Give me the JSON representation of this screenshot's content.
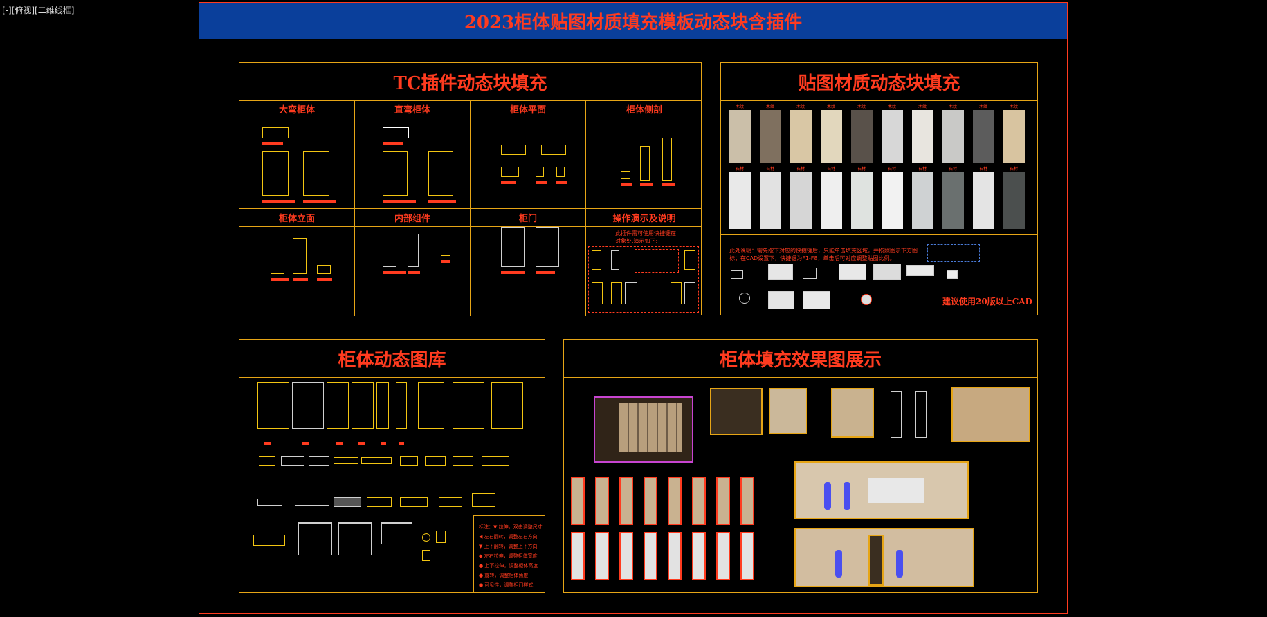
{
  "viewport": {
    "label": "[-][俯视][二维线框]"
  },
  "banner": {
    "title": "2023柜体贴图材质填充模板动态块含插件"
  },
  "tc_panel": {
    "title": "TC插件动态块填充",
    "cells": [
      "大弯柜体",
      "直弯柜体",
      "柜体平面",
      "柜体侧剖",
      "柜体立面",
      "内部组件",
      "柜门",
      "操作演示及说明"
    ],
    "demo_note": "此插件需可使用快捷键在\n对象处,演示如下:"
  },
  "material_panel": {
    "title": "贴图材质动态块填充",
    "wood_labels": [
      "木纹",
      "木纹",
      "木纹",
      "木纹",
      "木纹",
      "木纹",
      "木纹",
      "木纹",
      "木纹",
      "木纹"
    ],
    "stone_labels": [
      "石材",
      "石材",
      "石材",
      "石材",
      "石材",
      "石材",
      "石材",
      "石材",
      "石材",
      "石材"
    ],
    "wood_colors": [
      "#cbbfa9",
      "#7f705f",
      "#d9c7a5",
      "#e2d7bd",
      "#59514a",
      "#d7d7d7",
      "#e8e5df",
      "#c9c9c7",
      "#5c5c5c",
      "#d8c4a0"
    ],
    "stone_colors": [
      "#e9e9e9",
      "#e2e2e2",
      "#d6d6d6",
      "#efefef",
      "#dfe3e0",
      "#f2f2f2",
      "#cfd2d3",
      "#6a706f",
      "#e4e4e4",
      "#4b4f4e"
    ],
    "note": "此处说明：需先按下对应的快捷键后，只能单击填充区域，并按照图示下方图标；在CAD设置下，快捷键为F1-F8，单击后可对应调整贴图比例。",
    "recommend": "建议使用20版以上CAD"
  },
  "library_panel": {
    "title": "柜体动态图库",
    "legend": [
      "标注：▼ 拉伸，双击调整尺寸",
      "◀ 左右翻转，调整左右方向",
      "▼ 上下翻转，调整上下方向",
      "◆ 左右拉伸，调整柜体宽度",
      "● 上下拉伸，调整柜体高度",
      "● 旋转，调整柜体角度",
      "● 可见性，调整柜门样式"
    ]
  },
  "effect_panel": {
    "title": "柜体填充效果图展示"
  }
}
